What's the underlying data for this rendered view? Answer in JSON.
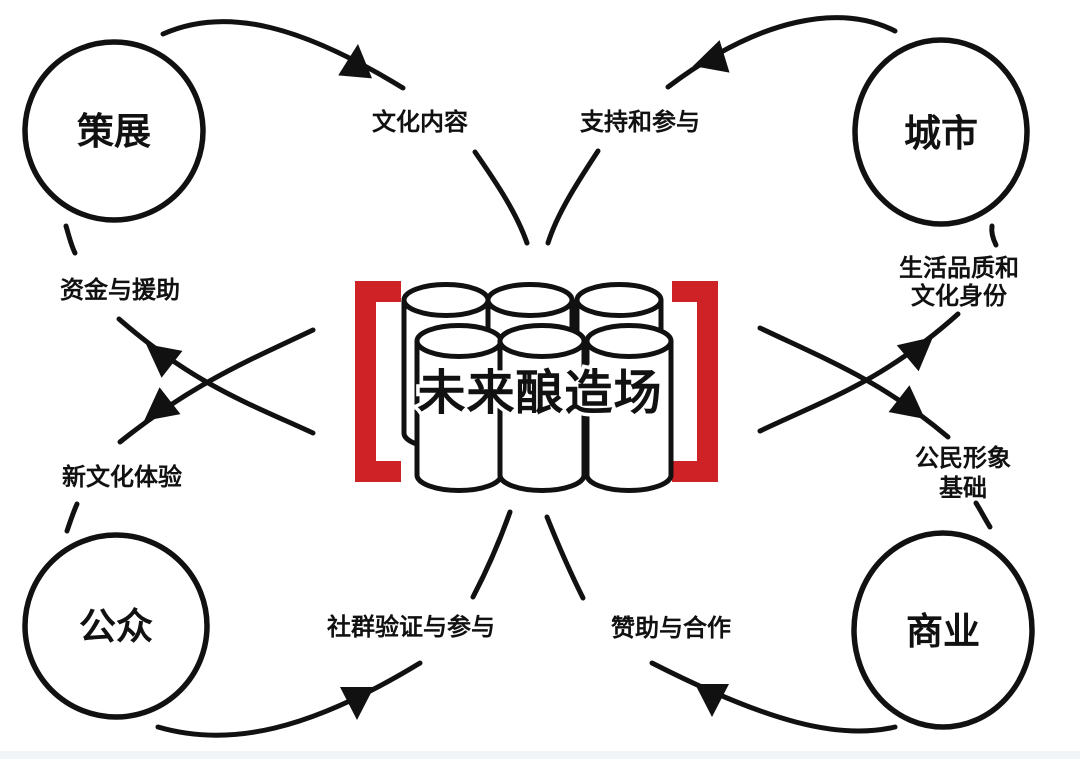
{
  "diagram": {
    "center": {
      "title": "未来酿造场"
    },
    "nodes": {
      "curation": {
        "label": "策展"
      },
      "city": {
        "label": "城市"
      },
      "public": {
        "label": "公众"
      },
      "business": {
        "label": "商业"
      }
    },
    "flows": {
      "curation_to_center": {
        "label": "文化内容"
      },
      "city_to_center": {
        "label": "支持和参与"
      },
      "center_to_curation": {
        "label": "资金与援助"
      },
      "center_to_public": {
        "label": "新文化体验"
      },
      "center_to_city": {
        "label_line1": "生活品质和",
        "label_line2": "文化身份"
      },
      "center_to_business": {
        "label_line1": "公民形象",
        "label_line2": "基础"
      },
      "public_to_center": {
        "label": "社群验证与参与"
      },
      "business_to_center": {
        "label": "赞助与合作"
      }
    },
    "colors": {
      "ink": "#111111",
      "accent_red": "#ce2227",
      "background": "#ffffff"
    }
  }
}
